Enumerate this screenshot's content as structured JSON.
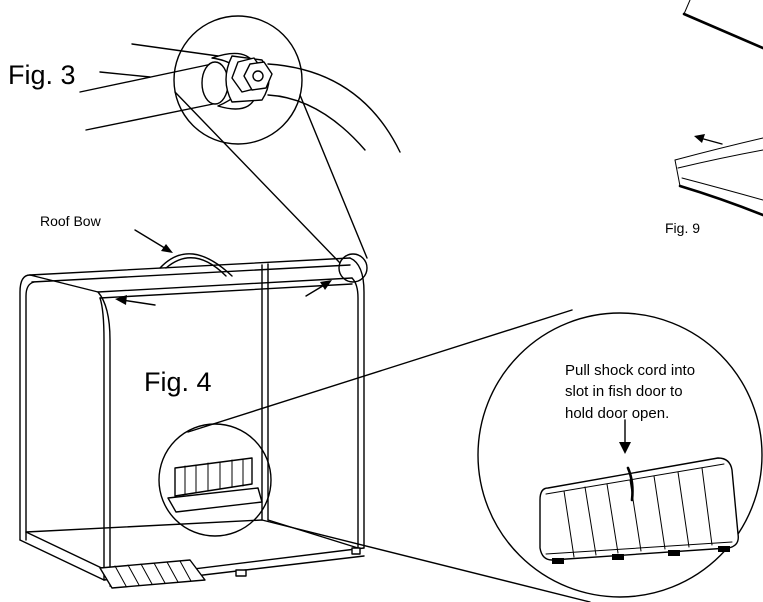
{
  "labels": {
    "fig3": "Fig. 3",
    "fig4": "Fig. 4",
    "fig9": "Fig. 9",
    "roof_bow": "Roof Bow",
    "note_lines": [
      "Pull shock cord into",
      "slot in fish door to",
      "hold door open."
    ]
  },
  "colors": {
    "ink": "#000000",
    "paper": "#ffffff"
  }
}
